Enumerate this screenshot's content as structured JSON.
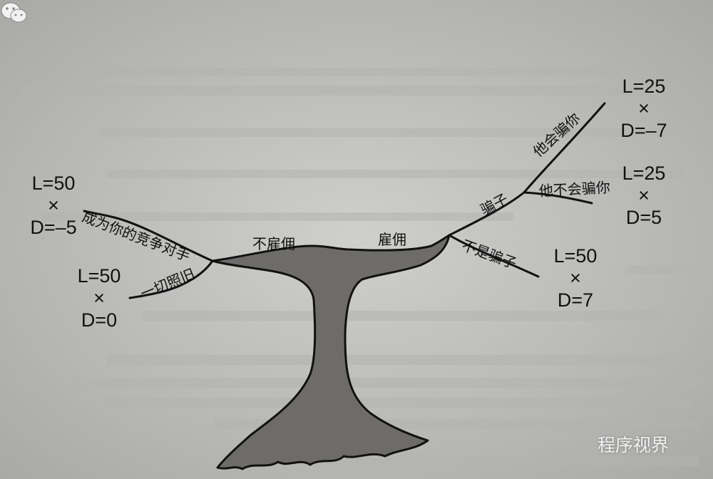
{
  "branches": {
    "left_top": "成为你的竞争对手",
    "left_bottom": "一切照旧",
    "no_hire": "不雇佣",
    "hire": "雇佣",
    "cheat": "骗子",
    "will_cheat": "他会骗你",
    "wont_cheat": "他不会骗你",
    "not_cheat": "不是骗子"
  },
  "outcomes": {
    "left_top": {
      "l": "L=50",
      "x": "×",
      "d": "D=–5"
    },
    "left_bottom": {
      "l": "L=50",
      "x": "×",
      "d": "D=0"
    },
    "will_cheat": {
      "l": "L=25",
      "x": "×",
      "d": "D=–7"
    },
    "wont_cheat": {
      "l": "L=25",
      "x": "×",
      "d": "D=5"
    },
    "not_cheat": {
      "l": "L=50",
      "x": "×",
      "d": "D=7"
    }
  },
  "watermark": {
    "text": "程序视界",
    "icon": "wechat-icon"
  },
  "colors": {
    "background": "#bdbdbb",
    "trunk": "#6e6c6a",
    "line": "#111111"
  }
}
